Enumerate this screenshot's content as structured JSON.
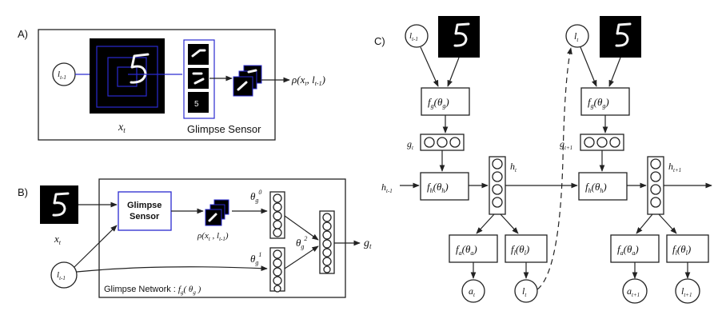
{
  "panel_a": {
    "label": "A)",
    "input_loc": "l",
    "input_loc_sub": "t-1",
    "image_label": "x",
    "image_label_sub": "t",
    "sensor_label": "Glimpse Sensor",
    "output_label": "ρ(x",
    "output_sub1": "t",
    "output_mid": ", l",
    "output_sub2": "t-1",
    "output_end": ")"
  },
  "panel_b": {
    "label": "B)",
    "image_label": "x",
    "image_label_sub": "t",
    "loc_label": "l",
    "loc_label_sub": "t-1",
    "sensor_box_line1": "Glimpse",
    "sensor_box_line2": "Sensor",
    "rho_label": "ρ(x",
    "rho_sub1": "t",
    "rho_mid": " , l",
    "rho_sub2": "t-1",
    "rho_end": ")",
    "theta0": "θ",
    "theta0_sub": "g",
    "theta0_sup": "0",
    "theta1": "θ",
    "theta1_sub": "g",
    "theta1_sup": "1",
    "theta2": "θ",
    "theta2_sub": "g",
    "theta2_sup": "2",
    "output": "g",
    "output_sub": "t",
    "network_caption": "Glimpse Network : ",
    "network_fn": "f",
    "network_fn_sub": "g",
    "network_fn_arg": "( θ",
    "network_fn_arg_sub": "g",
    "network_fn_end": " )"
  },
  "panel_c": {
    "label": "C)",
    "l_prev": "l",
    "l_prev_sub": "t-1",
    "l_t_top": "l",
    "l_t_top_sub": "t",
    "fg_left": "f",
    "fg_left_sub": "g",
    "fg_left_arg": "(θ",
    "fg_left_arg_sub": "g",
    "fg_left_end": ")",
    "fg_right": "f",
    "fg_right_sub": "g",
    "fg_right_arg": "(θ",
    "fg_right_arg_sub": "g",
    "fg_right_end": ")",
    "g_t": "g",
    "g_t_sub": "t",
    "g_t1": "g",
    "g_t1_sub": "t+1",
    "h_prev": "h",
    "h_prev_sub": "t-1",
    "h_t": "h",
    "h_t_sub": "t",
    "h_t1": "h",
    "h_t1_sub": "t+1",
    "fh_left": "f",
    "fh_left_sub": "h",
    "fh_left_arg": "(θ",
    "fh_left_arg_sub": "h",
    "fh_left_end": ")",
    "fh_right": "f",
    "fh_right_sub": "h",
    "fh_right_arg": "(θ",
    "fh_right_arg_sub": "h",
    "fh_right_end": ")",
    "fa_left": "f",
    "fa_left_sub": "a",
    "fa_left_arg": "(θ",
    "fa_left_arg_sub": "a",
    "fa_left_end": ")",
    "fl_left": "f",
    "fl_left_sub": "l",
    "fl_left_arg": "(θ",
    "fl_left_arg_sub": "l",
    "fl_left_end": ")",
    "fa_right": "f",
    "fa_right_sub": "a",
    "fa_right_arg": "(θ",
    "fa_right_arg_sub": "a",
    "fa_right_end": ")",
    "fl_right": "f",
    "fl_right_sub": "l",
    "fl_right_arg": "(θ",
    "fl_right_arg_sub": "l",
    "fl_right_end": ")",
    "a_t": "a",
    "a_t_sub": "t",
    "l_t_bottom": "l",
    "l_t_bottom_sub": "t",
    "a_t1": "a",
    "a_t1_sub": "t+1",
    "l_t1": "l",
    "l_t1_sub": "t+1"
  }
}
